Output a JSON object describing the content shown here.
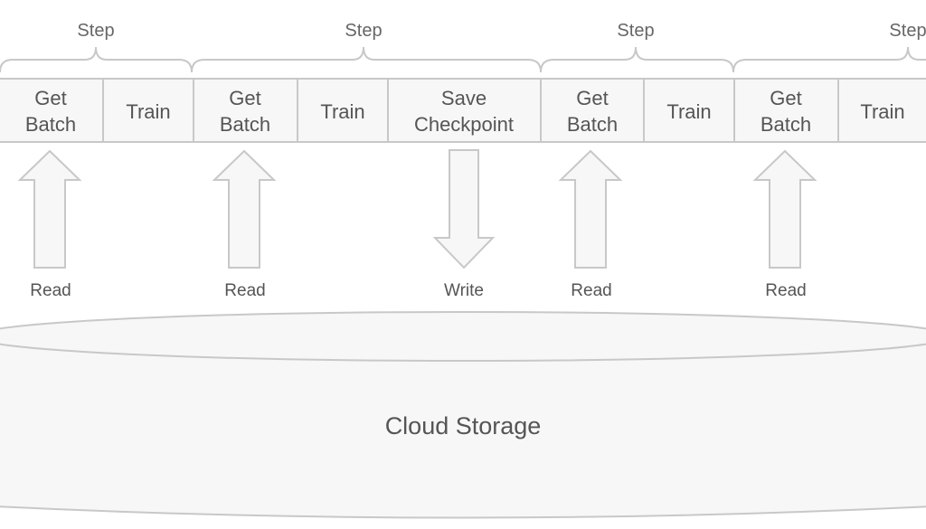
{
  "steps": [
    {
      "label": "Step"
    },
    {
      "label": "Step"
    },
    {
      "label": "Step"
    },
    {
      "label": "Step"
    }
  ],
  "pipeline": [
    {
      "line1": "Get",
      "line2": "Batch",
      "io": "Read"
    },
    {
      "line1": "Train",
      "line2": ""
    },
    {
      "line1": "Get",
      "line2": "Batch",
      "io": "Read"
    },
    {
      "line1": "Train",
      "line2": ""
    },
    {
      "line1": "Save",
      "line2": "Checkpoint",
      "io": "Write"
    },
    {
      "line1": "Get",
      "line2": "Batch",
      "io": "Read"
    },
    {
      "line1": "Train",
      "line2": ""
    },
    {
      "line1": "Get",
      "line2": "Batch",
      "io": "Read"
    },
    {
      "line1": "Train",
      "line2": ""
    }
  ],
  "storage": {
    "label": "Cloud Storage"
  },
  "colors": {
    "box_fill": "#f7f7f8",
    "stroke": "#c8c8c8",
    "text": "#555555"
  }
}
